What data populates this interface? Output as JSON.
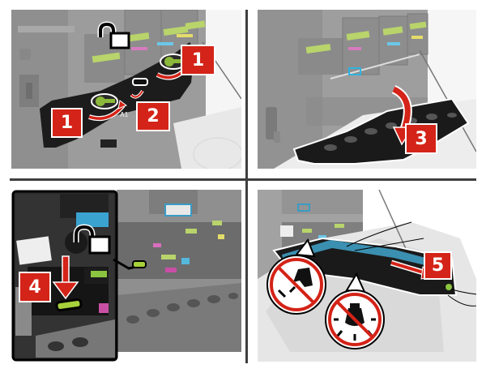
{
  "figure": {
    "layout": "2x2 grid of instruction illustrations",
    "colors": {
      "step_badge": "#d42318",
      "step_text": "#ffffff",
      "divider": "#3f3f3f",
      "printer_gray": "#9a9a9a",
      "part_black": "#1c1c1c",
      "latch_green": "#a6d13a",
      "toner_cyan": "#2fb3e0",
      "toner_magenta": "#e0339e",
      "toner_yellow": "#e8df2a",
      "prohibit_red": "#d42318"
    },
    "panels": [
      {
        "id": "panel-1",
        "description": "Unlock and release the waste toner / cover latches",
        "icons": [
          "unlock-icon",
          "rotate-latch-arrow-icon",
          "rotate-latch-arrow-icon",
          "release-tab-arrow-icon"
        ],
        "badges": [
          "1",
          "1",
          "2"
        ],
        "part_label": "A1"
      },
      {
        "id": "panel-2",
        "description": "Swing the cover down",
        "icons": [
          "curved-down-arrow-icon"
        ],
        "badges": [
          "3"
        ]
      },
      {
        "id": "panel-3",
        "description": "Unlock and press down the green latch",
        "icons": [
          "unlock-icon",
          "down-arrow-icon"
        ],
        "badges": [
          "4"
        ]
      },
      {
        "id": "panel-4",
        "description": "Pull out the imaging unit; do not touch drum, do not expose to light",
        "icons": [
          "no-touch-icon",
          "no-light-icon",
          "pull-out-arrow-icon"
        ],
        "badges": [
          "5"
        ]
      }
    ]
  }
}
